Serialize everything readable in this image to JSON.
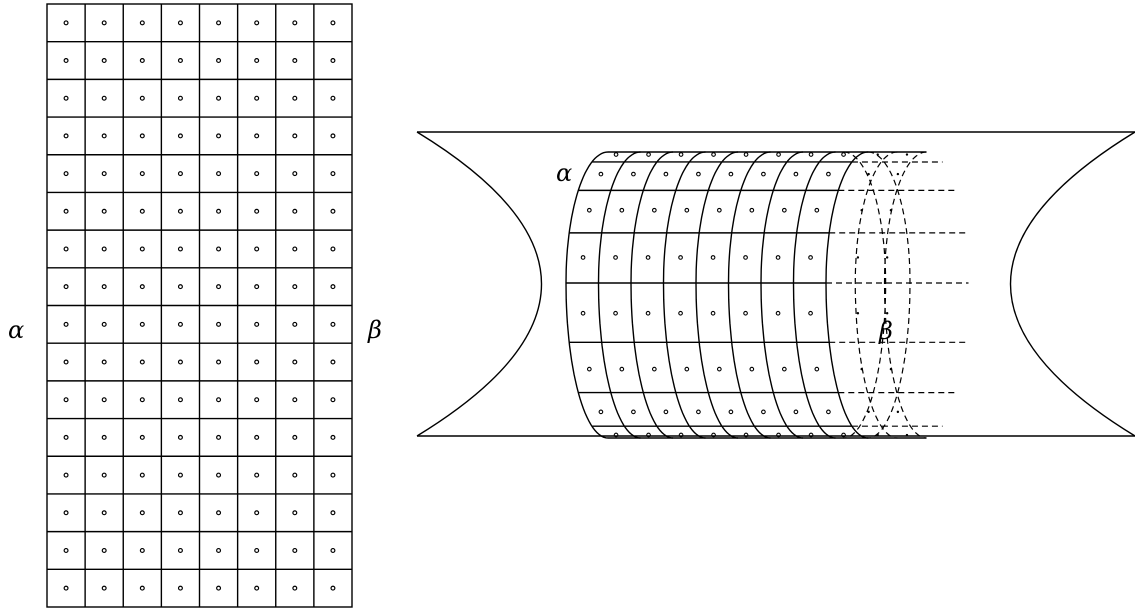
{
  "diagram": {
    "left_panel": {
      "rows": 16,
      "cols": 8,
      "left_label": "α",
      "right_label": "β"
    },
    "right_panel": {
      "rings": 8,
      "strips": 8,
      "dashed_rings": 2,
      "alpha_label": "α",
      "beta_label": "β"
    }
  }
}
